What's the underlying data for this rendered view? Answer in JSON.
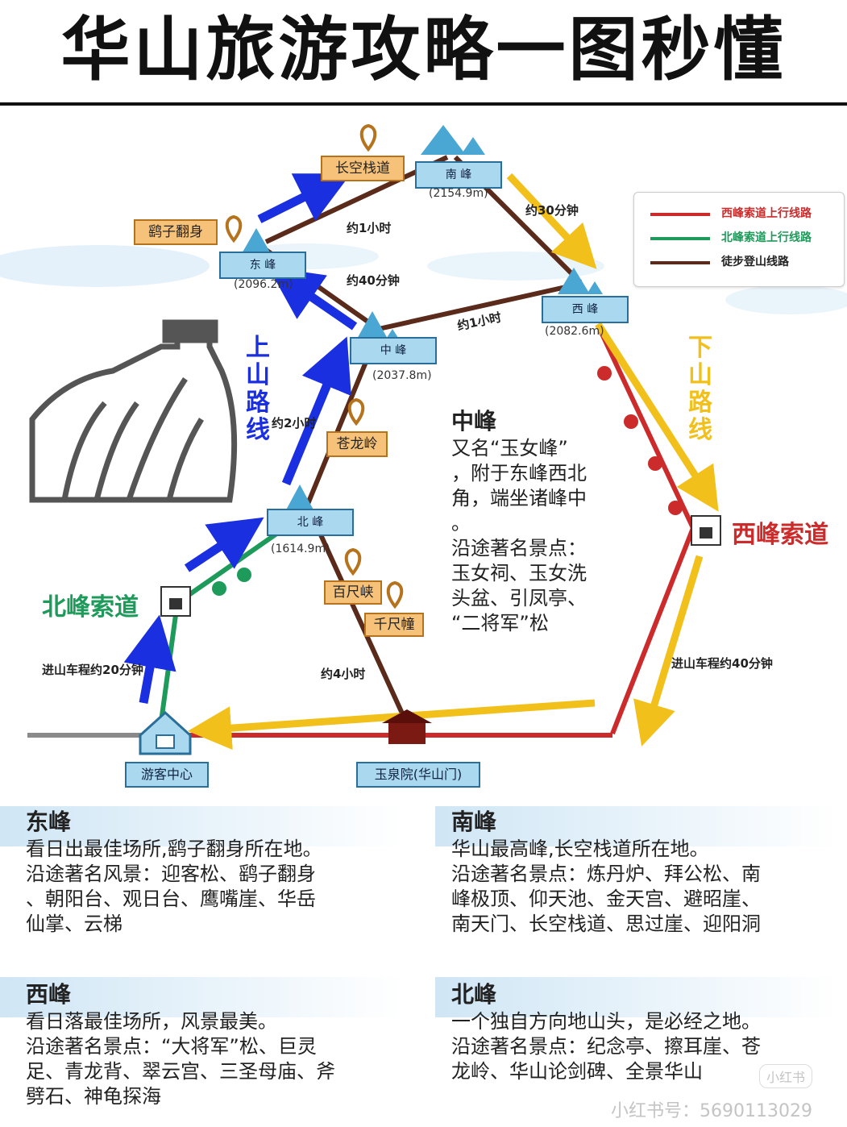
{
  "title": "华山旅游攻略一图秒懂",
  "legend": {
    "items": [
      {
        "label": "西峰索道上行线路",
        "color": "#cc2b2b"
      },
      {
        "label": "北峰索道上行线路",
        "color": "#1e9a5a"
      },
      {
        "label": "徒步登山线路",
        "color": "#5a2a1a"
      }
    ]
  },
  "peaks": {
    "south": {
      "name": "南 峰",
      "altitude": "(2154.9m)"
    },
    "east": {
      "name": "东 峰",
      "altitude": "(2096.2m)"
    },
    "west": {
      "name": "西 峰",
      "altitude": "(2082.6m)"
    },
    "middle": {
      "name": "中 峰",
      "altitude": "(2037.8m)"
    },
    "north": {
      "name": "北 峰",
      "altitude": "(1614.9m)"
    }
  },
  "spots": {
    "changkong": "长空栈道",
    "yaozi": "鹞子翻身",
    "canglong": "苍龙岭",
    "baichi": "百尺峡",
    "qianchi": "千尺幢"
  },
  "times": {
    "east_south": "约1小时",
    "east_middle": "约40分钟",
    "middle_west": "约1小时",
    "south_west": "约30分钟",
    "north_middle": "约2小时",
    "yuquan_north": "约4小时",
    "bus_north": "进山车程约20分钟",
    "bus_west": "进山车程约40分钟"
  },
  "route_labels": {
    "up": "上山路线",
    "down": "下山路线"
  },
  "cableways": {
    "north": "北峰索道",
    "west": "西峰索道"
  },
  "stations": {
    "visitor_center": "游客中心",
    "yuquan": "玉泉院(华山门)"
  },
  "descriptions": {
    "middle": {
      "name": "中峰",
      "lines": [
        "又名“玉女峰”",
        "，附于东峰西北",
        "角，端坐诸峰中",
        "。",
        "沿途著名景点：",
        "玉女祠、玉女洗",
        "头盆、引凤亭、",
        "“二将军”松"
      ]
    },
    "east": {
      "name": "东峰",
      "lines": [
        "看日出最佳场所,鹞子翻身所在地。",
        "沿途著名风景：迎客松、鹞子翻身",
        "、朝阳台、观日台、鹰嘴崖、华岳",
        "仙掌、云梯"
      ]
    },
    "south": {
      "name": "南峰",
      "lines": [
        "华山最高峰,长空栈道所在地。",
        "沿途著名景点：炼丹炉、拜公松、南",
        "峰极顶、仰天池、金天宫、避昭崖、",
        "南天门、长空栈道、思过崖、迎阳洞"
      ]
    },
    "west": {
      "name": "西峰",
      "lines": [
        "看日落最佳场所，风景最美。",
        "沿途著名景点：“大将军”松、巨灵",
        "足、青龙背、翠云宫、三圣母庙、斧",
        "劈石、神龟探海"
      ]
    },
    "north": {
      "name": "北峰",
      "lines": [
        "一个独自方向地山头，是必经之地。",
        "沿途著名景点：纪念亭、擦耳崖、苍",
        "龙岭、华山论剑碑、全景华山"
      ]
    }
  },
  "watermark": {
    "text": "小红书号：5690113029",
    "logo_text": "小红书"
  },
  "colors": {
    "red": "#cc2b2b",
    "green": "#1e9a5a",
    "brown": "#5a2a1a",
    "blue": "#1a2fe0",
    "yellow": "#f2c01a",
    "peak_fill": "#a9d8ef",
    "peak_border": "#2a6f9a",
    "spot_fill": "#f6c27a",
    "spot_border": "#b5731e"
  }
}
